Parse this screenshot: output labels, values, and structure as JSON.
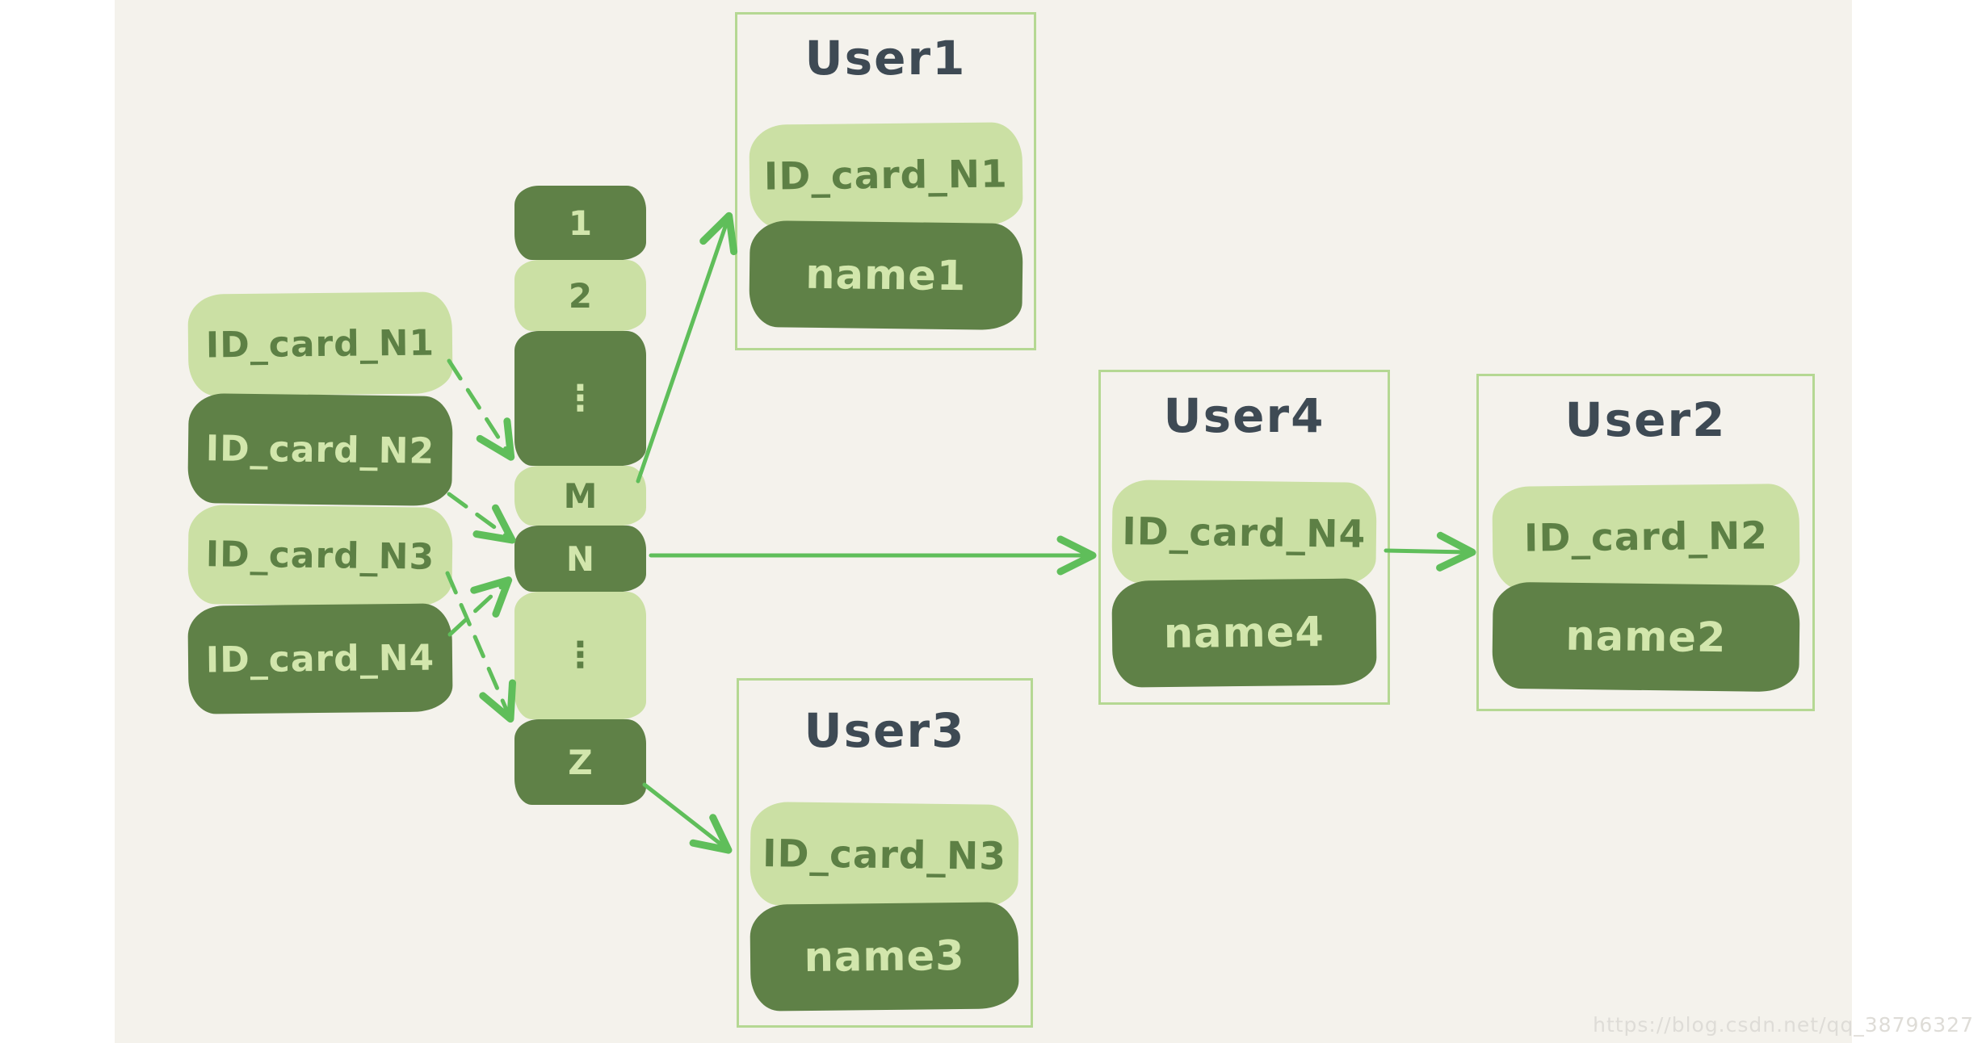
{
  "diagram": {
    "description": "Hash-table mapping of ID cards to buckets and chained user records",
    "colors": {
      "background": "#f4f2ec",
      "light_green": "#cbe0a4",
      "dark_green": "#5f8147",
      "arrow_green": "#5fbe5a",
      "box_border": "#b5d893",
      "title_text": "#3e4a54"
    },
    "id_cards": [
      {
        "label": "ID_card_N1",
        "variant": "light"
      },
      {
        "label": "ID_card_N2",
        "variant": "dark"
      },
      {
        "label": "ID_card_N3",
        "variant": "light"
      },
      {
        "label": "ID_card_N4",
        "variant": "dark"
      }
    ],
    "buckets": [
      {
        "label": "1",
        "variant": "dark"
      },
      {
        "label": "2",
        "variant": "light"
      },
      {
        "label": "⋮",
        "variant": "dark"
      },
      {
        "label": "M",
        "variant": "light"
      },
      {
        "label": "N",
        "variant": "dark"
      },
      {
        "label": "⋮",
        "variant": "light"
      },
      {
        "label": "Z",
        "variant": "dark"
      }
    ],
    "users": [
      {
        "title": "User1",
        "id_card": "ID_card_N1",
        "name": "name1"
      },
      {
        "title": "User4",
        "id_card": "ID_card_N4",
        "name": "name4"
      },
      {
        "title": "User2",
        "id_card": "ID_card_N2",
        "name": "name2"
      },
      {
        "title": "User3",
        "id_card": "ID_card_N3",
        "name": "name3"
      }
    ],
    "mappings": {
      "dashed_hash_arrows": [
        "ID_card_N1 → bucket M",
        "ID_card_N2 → bucket N",
        "ID_card_N3 → bucket Z",
        "ID_card_N4 → bucket N"
      ],
      "solid_arrows": [
        "bucket M → User1",
        "bucket N → User4",
        "User4 → User2",
        "bucket Z → User3"
      ]
    },
    "watermark": "https://blog.csdn.net/qq_38796327"
  }
}
